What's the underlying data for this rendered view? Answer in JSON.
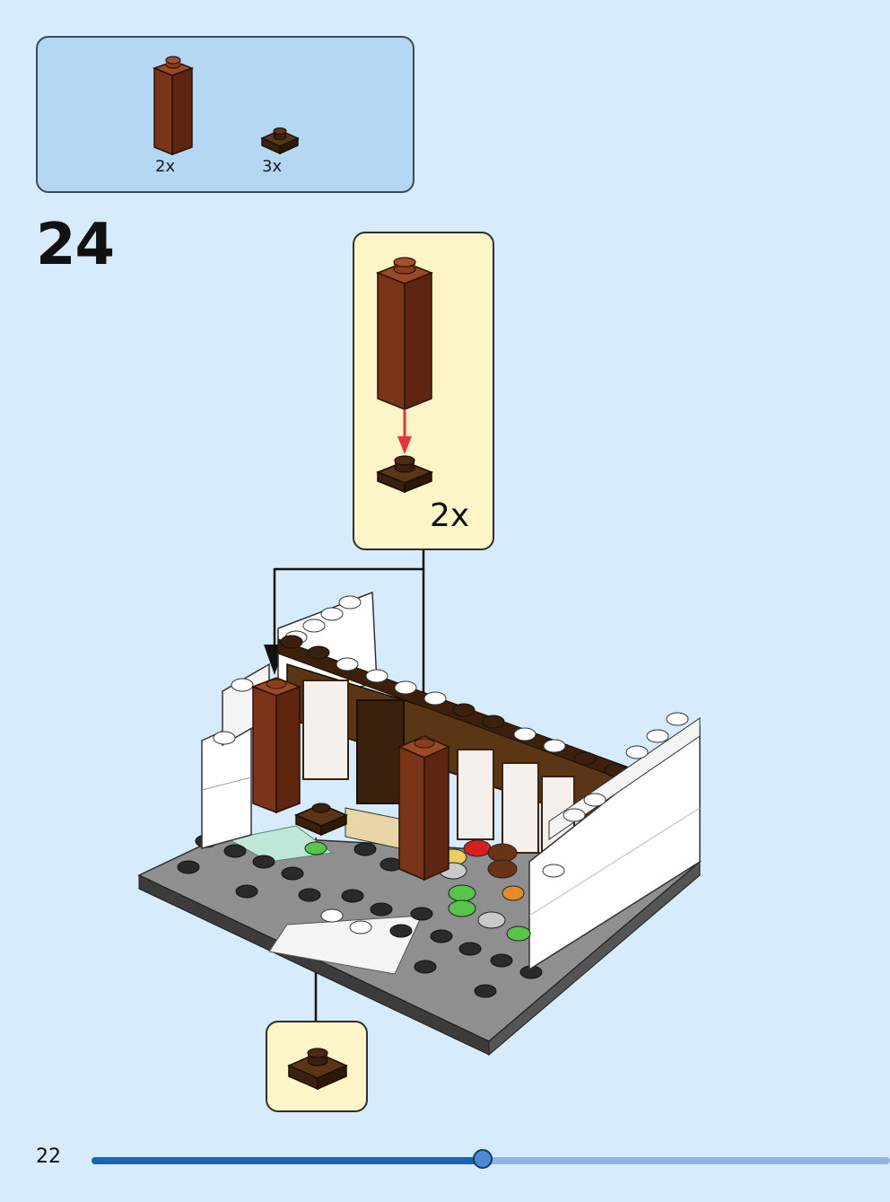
{
  "parts_list": {
    "items": [
      {
        "name": "reddish-brown-brick-1x1x3",
        "quantity": "2x"
      },
      {
        "name": "dark-brown-plate-1x1",
        "quantity": "3x"
      }
    ]
  },
  "step": {
    "number": "24"
  },
  "callout_top": {
    "quantity": "2x"
  },
  "footer": {
    "page_number": "22",
    "progress": 0.49
  },
  "colors": {
    "background": "#d6ebfb",
    "parts_box": "#b4d8f4",
    "callout": "#fdf4c8",
    "reddish_brown": "#7a3518",
    "dark_brown": "#3b210c",
    "red_arrow": "#e0363c",
    "progress_fill": "#1863b4",
    "progress_track": "#8fb4e3"
  }
}
